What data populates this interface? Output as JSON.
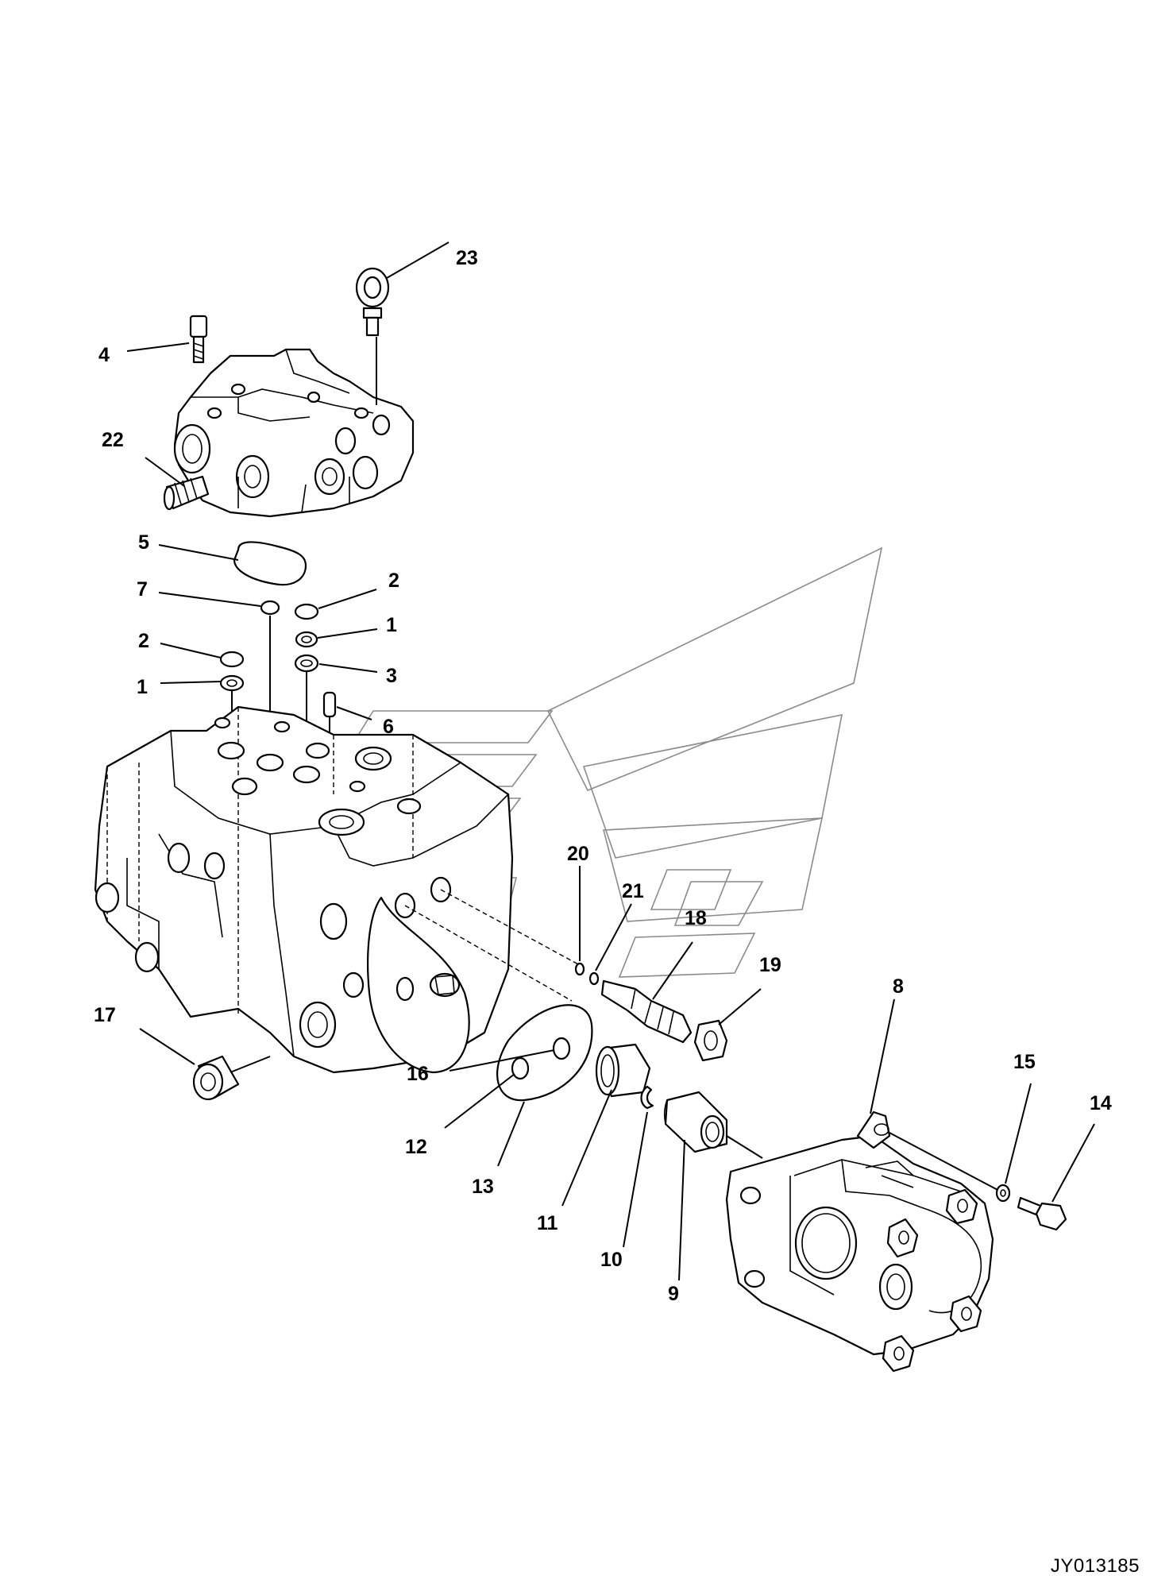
{
  "drawing": {
    "id": "JY013185",
    "watermark": "logo"
  },
  "callouts": [
    {
      "key": "c23",
      "label": "23"
    },
    {
      "key": "c4",
      "label": "4"
    },
    {
      "key": "c22",
      "label": "22"
    },
    {
      "key": "c5",
      "label": "5"
    },
    {
      "key": "c7",
      "label": "7"
    },
    {
      "key": "c2a",
      "label": "2"
    },
    {
      "key": "c2b",
      "label": "2"
    },
    {
      "key": "c1a",
      "label": "1"
    },
    {
      "key": "c1b",
      "label": "1"
    },
    {
      "key": "c3",
      "label": "3"
    },
    {
      "key": "c6",
      "label": "6"
    },
    {
      "key": "c20",
      "label": "20"
    },
    {
      "key": "c21",
      "label": "21"
    },
    {
      "key": "c18",
      "label": "18"
    },
    {
      "key": "c19",
      "label": "19"
    },
    {
      "key": "c8",
      "label": "8"
    },
    {
      "key": "c17",
      "label": "17"
    },
    {
      "key": "c16",
      "label": "16"
    },
    {
      "key": "c15",
      "label": "15"
    },
    {
      "key": "c14",
      "label": "14"
    },
    {
      "key": "c12",
      "label": "12"
    },
    {
      "key": "c13",
      "label": "13"
    },
    {
      "key": "c11",
      "label": "11"
    },
    {
      "key": "c10",
      "label": "10"
    },
    {
      "key": "c9",
      "label": "9"
    }
  ]
}
